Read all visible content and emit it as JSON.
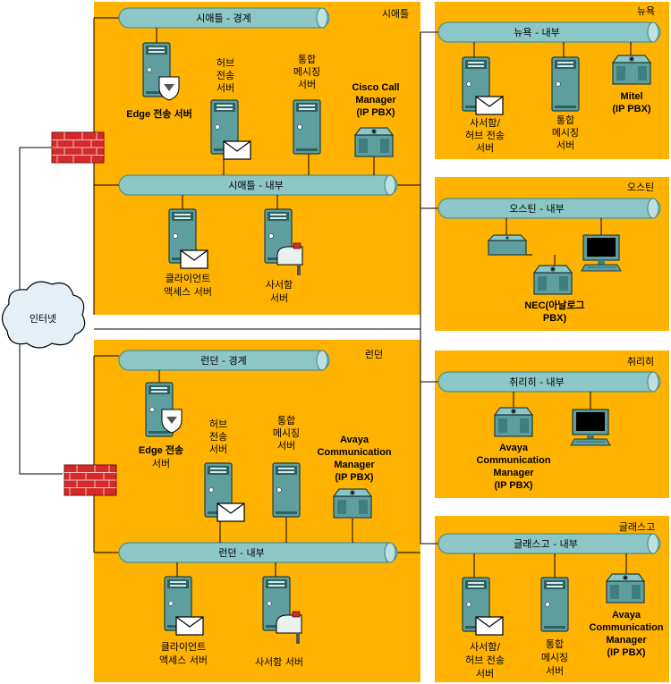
{
  "internet": "인터넷",
  "sites": {
    "seattle": {
      "name": "시애틀",
      "perimeter": "시애틀 - 경계",
      "internal": "시애틀 - 내부",
      "edge": "Edge 전송 서버",
      "hub": [
        "허브",
        "전송",
        "서버"
      ],
      "um": [
        "통합",
        "메시징",
        "서버"
      ],
      "pbx": [
        "Cisco Call",
        "Manager",
        "(IP PBX)"
      ],
      "cas": [
        "클라이언트",
        "액세스 서버"
      ],
      "mbx": [
        "사서함",
        "서버"
      ]
    },
    "london": {
      "name": "런던",
      "perimeter": "런던 - 경계",
      "internal": "런던 - 내부",
      "edge": [
        "Edge 전송",
        "서버"
      ],
      "hub": [
        "허브",
        "전송",
        "서버"
      ],
      "um": [
        "통합",
        "메시징",
        "서버"
      ],
      "pbx": [
        "Avaya",
        "Communication",
        "Manager",
        "(IP PBX)"
      ],
      "cas": [
        "클라이언트",
        "액세스 서버"
      ],
      "mbx": "사서함 서버"
    },
    "newyork": {
      "name": "뉴욕",
      "internal": "뉴욕 - 내부",
      "mbxhub": [
        "사서함/",
        "허브 전송",
        "서버"
      ],
      "um": [
        "통합",
        "메시징",
        "서버"
      ],
      "pbx": [
        "Mitel",
        "(IP PBX)"
      ]
    },
    "austin": {
      "name": "오스틴",
      "internal": "오스틴 - 내부",
      "pbx": [
        "NEC(아날로그",
        "PBX)"
      ]
    },
    "zurich": {
      "name": "취리히",
      "internal": "취리히 - 내부",
      "pbx": [
        "Avaya",
        "Communication",
        "Manager",
        "(IP PBX)"
      ]
    },
    "glasgow": {
      "name": "글래스고",
      "internal": "글래스고 - 내부",
      "mbxhub": [
        "사서함/",
        "허브 전송",
        "서버"
      ],
      "um": [
        "통합",
        "메시징",
        "서버"
      ],
      "pbx": [
        "Avaya",
        "Communication",
        "Manager",
        "(IP PBX)"
      ]
    }
  },
  "colors": {
    "site_fill": "#FFB300",
    "bus_fill": "#8CC6C6",
    "bus_stroke": "#4E8F8F",
    "server_fill": "#5E9E9E",
    "firewall": "#D42A2A"
  }
}
